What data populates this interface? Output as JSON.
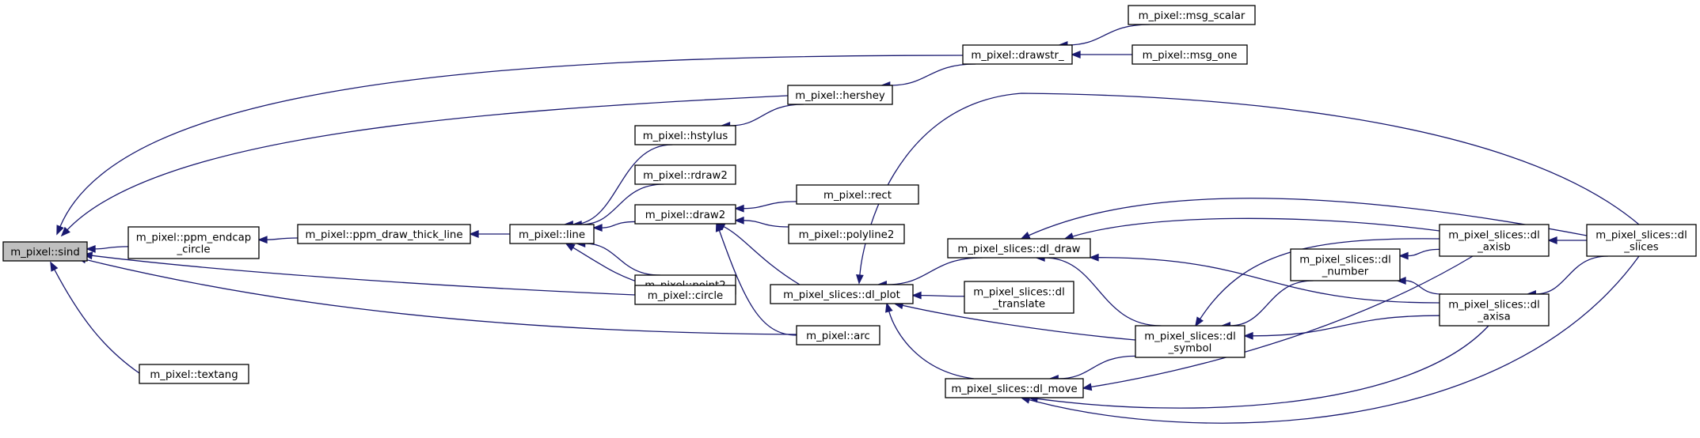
{
  "colors": {
    "edge": "#191970",
    "node_border": "#000000",
    "root_fill": "#bfbfbf",
    "node_fill": "#ffffff",
    "background": "#ffffff"
  },
  "nodes": [
    {
      "id": "sind",
      "lines": [
        "m_pixel::sind"
      ]
    },
    {
      "id": "ppm_endcap_circle",
      "lines": [
        "m_pixel::ppm_endcap",
        "_circle"
      ]
    },
    {
      "id": "ppm_draw_thick_line",
      "lines": [
        "m_pixel::ppm_draw_thick_line"
      ]
    },
    {
      "id": "line",
      "lines": [
        "m_pixel::line"
      ]
    },
    {
      "id": "hstylus",
      "lines": [
        "m_pixel::hstylus"
      ]
    },
    {
      "id": "rdraw2",
      "lines": [
        "m_pixel::rdraw2"
      ]
    },
    {
      "id": "draw2",
      "lines": [
        "m_pixel::draw2"
      ]
    },
    {
      "id": "point2",
      "lines": [
        "m_pixel::point2"
      ]
    },
    {
      "id": "circle",
      "lines": [
        "m_pixel::circle"
      ]
    },
    {
      "id": "textang",
      "lines": [
        "m_pixel::textang"
      ]
    },
    {
      "id": "hershey",
      "lines": [
        "m_pixel::hershey"
      ]
    },
    {
      "id": "drawstr_",
      "lines": [
        "m_pixel::drawstr_"
      ]
    },
    {
      "id": "msg_scalar",
      "lines": [
        "m_pixel::msg_scalar"
      ]
    },
    {
      "id": "msg_one",
      "lines": [
        "m_pixel::msg_one"
      ]
    },
    {
      "id": "rect",
      "lines": [
        "m_pixel::rect"
      ]
    },
    {
      "id": "polyline2",
      "lines": [
        "m_pixel::polyline2"
      ]
    },
    {
      "id": "arc",
      "lines": [
        "m_pixel::arc"
      ]
    },
    {
      "id": "dl_plot",
      "lines": [
        "m_pixel_slices::dl_plot"
      ]
    },
    {
      "id": "dl_draw",
      "lines": [
        "m_pixel_slices::dl_draw"
      ]
    },
    {
      "id": "dl_translate",
      "lines": [
        "m_pixel_slices::dl",
        "_translate"
      ]
    },
    {
      "id": "dl_move",
      "lines": [
        "m_pixel_slices::dl_move"
      ]
    },
    {
      "id": "dl_symbol",
      "lines": [
        "m_pixel_slices::dl",
        "_symbol"
      ]
    },
    {
      "id": "dl_number",
      "lines": [
        "m_pixel_slices::dl",
        "_number"
      ]
    },
    {
      "id": "dl_axisb",
      "lines": [
        "m_pixel_slices::dl",
        "_axisb"
      ]
    },
    {
      "id": "dl_axisa",
      "lines": [
        "m_pixel_slices::dl",
        "_axisa"
      ]
    },
    {
      "id": "dl_slices",
      "lines": [
        "m_pixel_slices::dl",
        "_slices"
      ]
    }
  ],
  "edges": [
    {
      "from": "ppm_endcap_circle",
      "to": "sind"
    },
    {
      "from": "hershey",
      "to": "sind"
    },
    {
      "from": "drawstr_",
      "to": "sind"
    },
    {
      "from": "circle",
      "to": "sind"
    },
    {
      "from": "arc",
      "to": "sind"
    },
    {
      "from": "textang",
      "to": "sind"
    },
    {
      "from": "ppm_draw_thick_line",
      "to": "ppm_endcap_circle"
    },
    {
      "from": "line",
      "to": "ppm_draw_thick_line"
    },
    {
      "from": "hstylus",
      "to": "line"
    },
    {
      "from": "rdraw2",
      "to": "line"
    },
    {
      "from": "draw2",
      "to": "line"
    },
    {
      "from": "point2",
      "to": "line"
    },
    {
      "from": "circle",
      "to": "line"
    },
    {
      "from": "hershey",
      "to": "hstylus"
    },
    {
      "from": "drawstr_",
      "to": "hershey"
    },
    {
      "from": "msg_scalar",
      "to": "drawstr_"
    },
    {
      "from": "msg_one",
      "to": "drawstr_"
    },
    {
      "from": "rect",
      "to": "draw2"
    },
    {
      "from": "polyline2",
      "to": "draw2"
    },
    {
      "from": "arc",
      "to": "draw2"
    },
    {
      "from": "dl_plot",
      "to": "draw2"
    },
    {
      "from": "dl_draw",
      "to": "dl_plot"
    },
    {
      "from": "dl_translate",
      "to": "dl_plot"
    },
    {
      "from": "dl_move",
      "to": "dl_plot"
    },
    {
      "from": "dl_symbol",
      "to": "dl_plot"
    },
    {
      "from": "dl_slices",
      "to": "dl_plot"
    },
    {
      "from": "dl_symbol",
      "to": "dl_draw"
    },
    {
      "from": "dl_axisb",
      "to": "dl_draw"
    },
    {
      "from": "dl_axisa",
      "to": "dl_draw"
    },
    {
      "from": "dl_slices",
      "to": "dl_draw"
    },
    {
      "from": "dl_symbol",
      "to": "dl_move"
    },
    {
      "from": "dl_axisb",
      "to": "dl_move"
    },
    {
      "from": "dl_axisa",
      "to": "dl_move"
    },
    {
      "from": "dl_slices",
      "to": "dl_move"
    },
    {
      "from": "dl_number",
      "to": "dl_symbol"
    },
    {
      "from": "dl_axisb",
      "to": "dl_symbol"
    },
    {
      "from": "dl_axisa",
      "to": "dl_symbol"
    },
    {
      "from": "dl_axisb",
      "to": "dl_number"
    },
    {
      "from": "dl_axisa",
      "to": "dl_number"
    },
    {
      "from": "dl_slices",
      "to": "dl_axisb"
    },
    {
      "from": "dl_slices",
      "to": "dl_axisa"
    }
  ]
}
